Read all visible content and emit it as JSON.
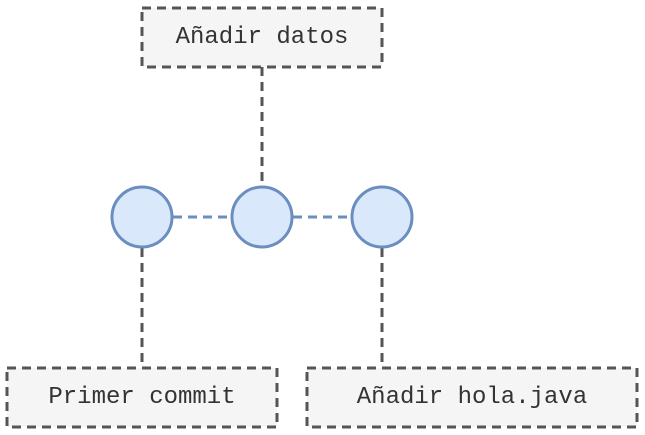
{
  "labels": {
    "top": "Añadir datos",
    "bottom_left": "Primer commit",
    "bottom_right": "Añadir hola.java"
  },
  "colors": {
    "box_fill": "#f5f5f5",
    "box_stroke": "#555555",
    "commit_fill": "#dae8fc",
    "commit_stroke": "#6c8ebf",
    "text": "#333333"
  }
}
